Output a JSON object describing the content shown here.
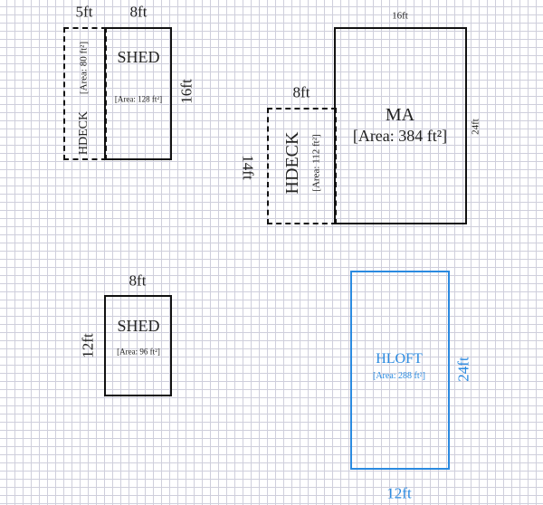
{
  "colors": {
    "outline": "#111111",
    "loft": "#2a8ae0",
    "grid": "#cfcfdc"
  },
  "rooms": {
    "hdeck1": {
      "name": "HDECK",
      "area": "[Area: 80 ft²]",
      "width": "5ft"
    },
    "shed1": {
      "name": "SHED",
      "area": "[Area: 128 ft²]",
      "width": "8ft",
      "height": "16ft"
    },
    "ma": {
      "name": "MA",
      "area": "[Area: 384 ft²]",
      "width": "16ft",
      "height": "24ft"
    },
    "hdeck2": {
      "name": "HDECK",
      "area": "[Area: 112 ft²]",
      "width": "8ft",
      "height": "14ft"
    },
    "shed2": {
      "name": "SHED",
      "area": "[Area: 96 ft²]",
      "width": "8ft",
      "height": "12ft"
    },
    "hloft": {
      "name": "HLOFT",
      "area": "[Area: 288 ft²]",
      "width": "12ft",
      "height": "24ft"
    }
  }
}
